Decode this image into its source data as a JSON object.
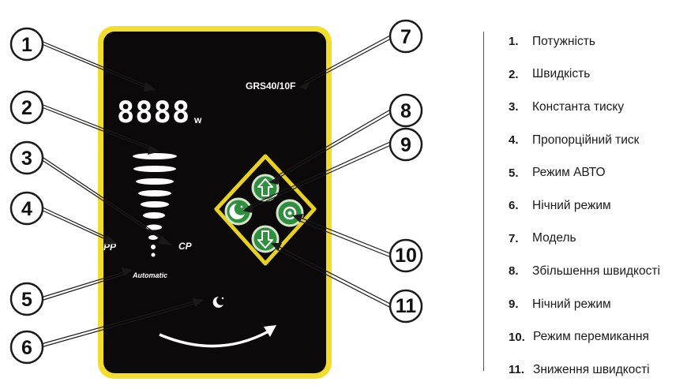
{
  "panel": {
    "display_digits": "8888",
    "display_unit": "w",
    "model": "GRS40/10F",
    "label_pp": "PP",
    "label_cp": "CP",
    "label_automatic": "Automatic"
  },
  "colors": {
    "frame": "#f2dc2c",
    "panel": "#0b0909",
    "button_fill": "#2f8f3e",
    "button_rim": "#d5e5c9",
    "key_pad": "#e8d21f"
  },
  "callouts": [
    "1",
    "2",
    "3",
    "4",
    "5",
    "6",
    "7",
    "8",
    "9",
    "10",
    "11"
  ],
  "legend": [
    {
      "num": "1.",
      "text": "Потужність"
    },
    {
      "num": "2.",
      "text": "Швидкість"
    },
    {
      "num": "3.",
      "text": "Константа тиску"
    },
    {
      "num": "4.",
      "text": "Пропорційний тиск"
    },
    {
      "num": "5.",
      "text": "Режим АВТО"
    },
    {
      "num": "6.",
      "text": "Нічний режим"
    },
    {
      "num": "7.",
      "text": "Модель"
    },
    {
      "num": "8.",
      "text": "Збільшення швидкості"
    },
    {
      "num": "9.",
      "text": "Нічний режим"
    },
    {
      "num": "10.",
      "text": "Режим перемикання"
    },
    {
      "num": "11.",
      "text": "Зниження швидкості"
    }
  ],
  "icons": {
    "up_button": "arrow-up-icon",
    "night_button": "moon-icon",
    "mode_button": "mode-ring-icon",
    "down_button": "arrow-down-icon",
    "night_indicator": "moon-small-icon",
    "speed_arc": "curved-arrow-icon"
  }
}
